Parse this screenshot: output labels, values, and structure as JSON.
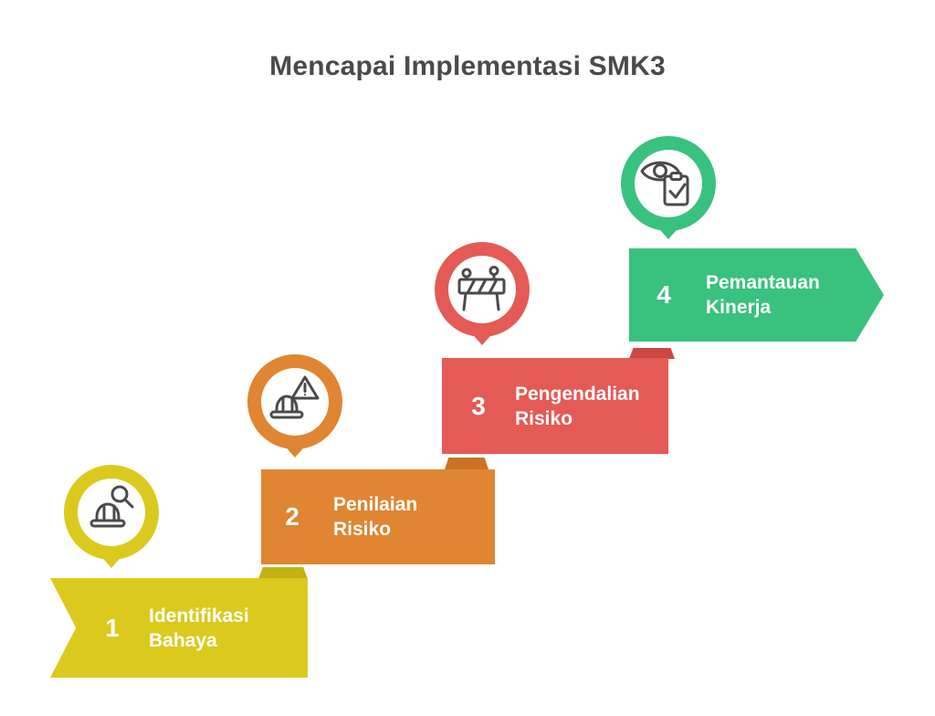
{
  "title": "Mencapai Implementasi SMK3",
  "palette": {
    "title_text": "#4a4a4a",
    "icon_stroke": "#4a4a4a",
    "text_on_block": "#ffffff",
    "step1_color": "#dcc91d",
    "step1_fold": "#c3b115",
    "step2_color": "#e08531",
    "step2_fold": "#c97323",
    "step3_color": "#e45a55",
    "step3_fold": "#cc4743",
    "step4_color": "#39c17e"
  },
  "steps": [
    {
      "number": "1",
      "label": [
        "Identifikasi",
        "Bahaya"
      ],
      "color": "#dcc91d",
      "icon": "helmet-magnifier-icon"
    },
    {
      "number": "2",
      "label": [
        "Penilaian",
        "Risiko"
      ],
      "color": "#e08531",
      "icon": "helmet-warning-icon"
    },
    {
      "number": "3",
      "label": [
        "Pengendalian",
        "Risiko"
      ],
      "color": "#e45a55",
      "icon": "road-barrier-icon"
    },
    {
      "number": "4",
      "label": [
        "Pemantauan",
        "Kinerja"
      ],
      "color": "#39c17e",
      "icon": "eye-checklist-icon"
    }
  ]
}
